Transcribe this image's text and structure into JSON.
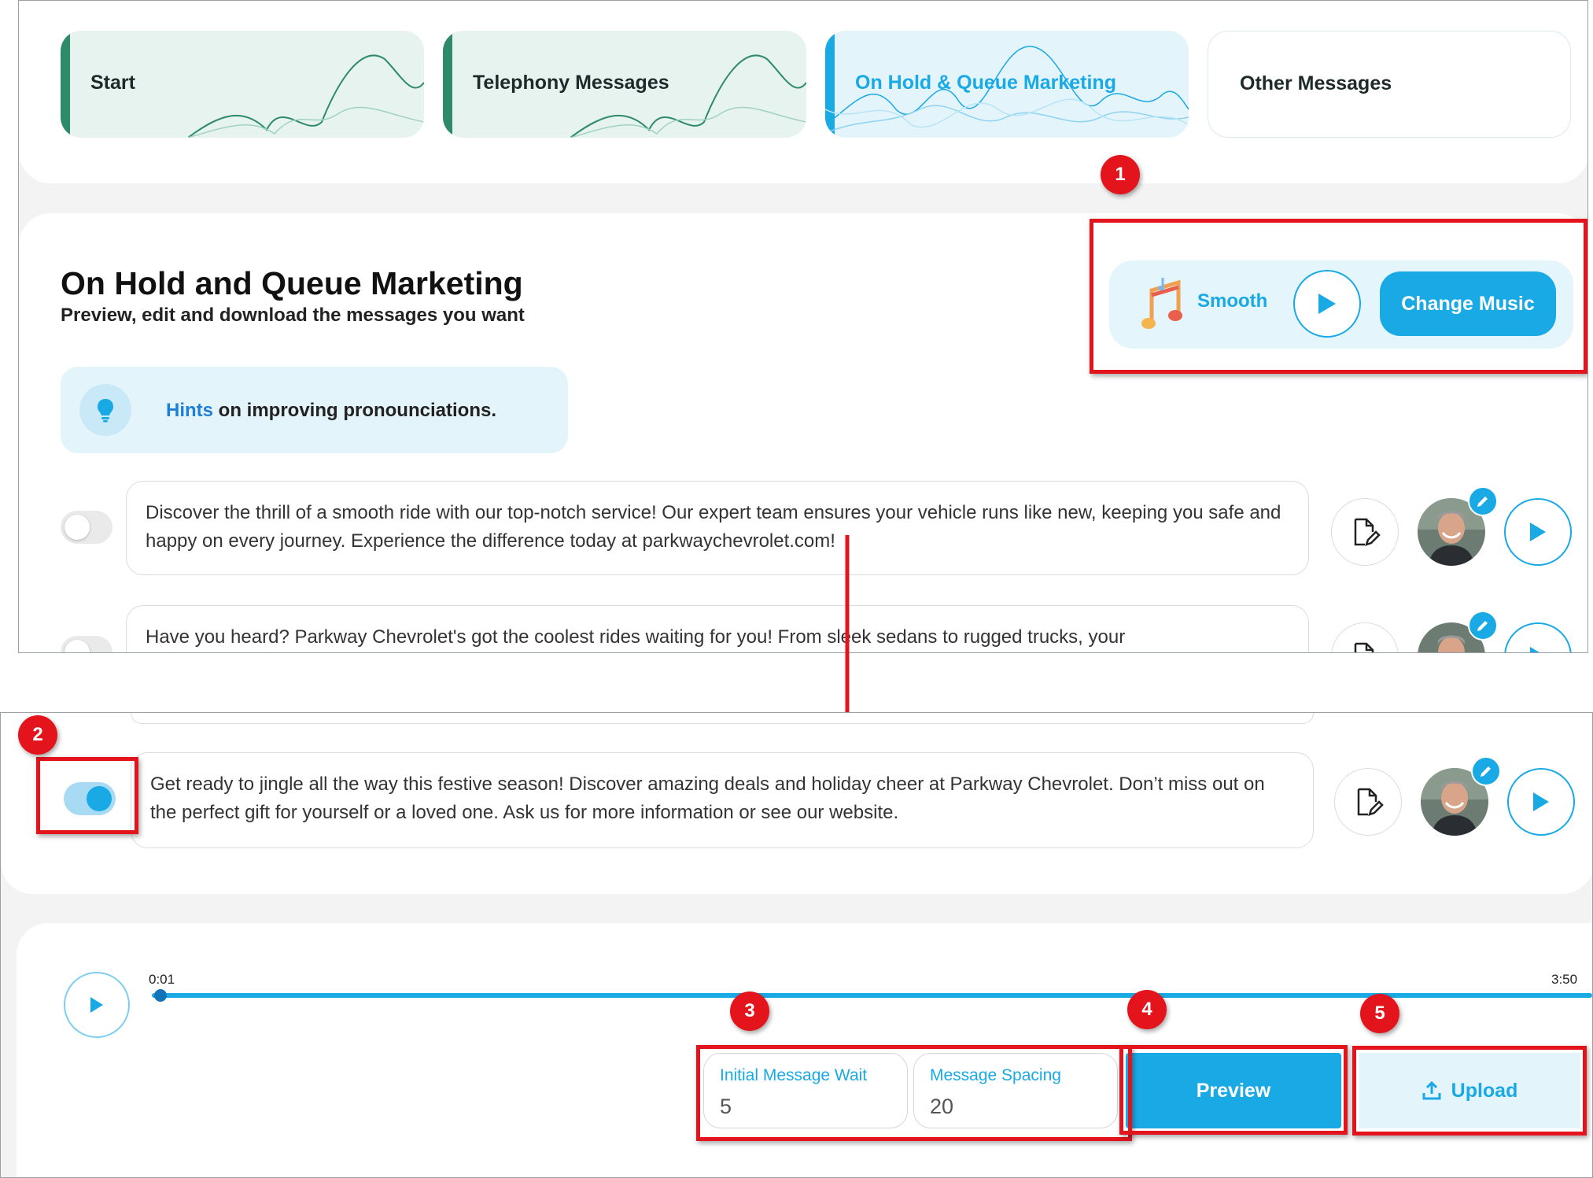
{
  "tabs": [
    {
      "label": "Start",
      "state": "completed"
    },
    {
      "label": "Telephony Messages",
      "state": "completed"
    },
    {
      "label": "On Hold & Queue Marketing",
      "state": "active"
    },
    {
      "label": "Other Messages",
      "state": "inactive"
    }
  ],
  "header": {
    "title": "On Hold and Queue Marketing",
    "subtitle": "Preview, edit and download the messages you want"
  },
  "music": {
    "name": "Smooth",
    "change_label": "Change Music",
    "icon": "music-note-icon"
  },
  "hint": {
    "link": "Hints",
    "text": " on improving pronounciations.",
    "icon": "lightbulb-icon"
  },
  "messages": [
    {
      "enabled": false,
      "text": "Discover the thrill of a smooth ride with our top-notch service! Our expert team ensures your vehicle runs like new, keeping you safe and happy on every journey. Experience the difference today at parkwaychevrolet.com!"
    },
    {
      "enabled": false,
      "text": "Have you heard? Parkway Chevrolet's got the coolest rides waiting for you! From sleek sedans to rugged trucks, your"
    },
    {
      "enabled": true,
      "text": "Get ready to jingle all the way this festive season! Discover amazing deals and holiday cheer at Parkway Chevrolet. Don’t miss out on the perfect gift for yourself or a loved one. Ask us for more information or see our website."
    }
  ],
  "player": {
    "current_time": "0:01",
    "total_time": "3:50",
    "progress_fraction": 0.003
  },
  "settings": {
    "initial_wait_label": "Initial Message Wait",
    "initial_wait_value": "5",
    "spacing_label": "Message Spacing",
    "spacing_value": "20"
  },
  "actions": {
    "preview_label": "Preview",
    "upload_label": "Upload"
  },
  "annotations": [
    "1",
    "2",
    "3",
    "4",
    "5"
  ],
  "colors": {
    "accent": "#19a9e5",
    "completed": "#2e8b6a",
    "annotation": "#e3141c"
  }
}
